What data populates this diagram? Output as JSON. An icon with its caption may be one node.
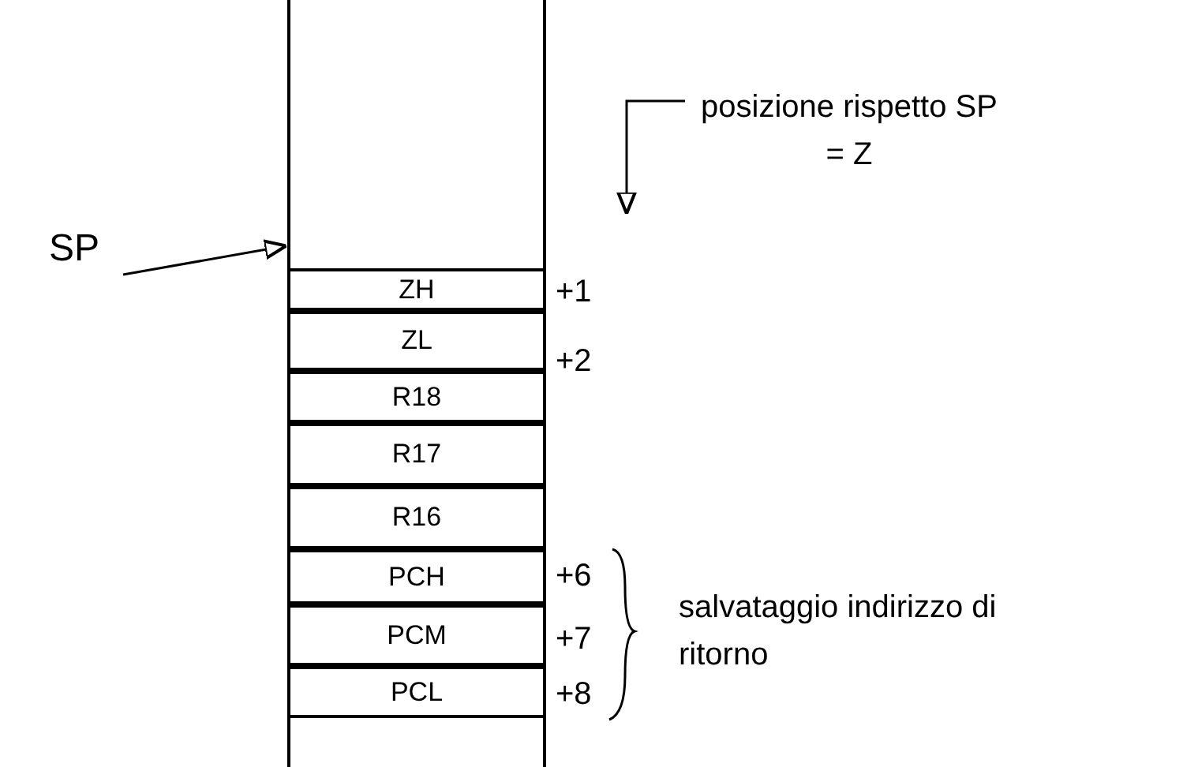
{
  "diagram": {
    "nodes": [
      {
        "text": [
          "SP"
        ]
      },
      {
        "text": [],
        "shape": "box"
      },
      {
        "text": [
          "ZH"
        ],
        "in": 1
      },
      {
        "text": [
          "ZL"
        ],
        "in": 1
      },
      {
        "text": [
          "R18"
        ],
        "in": 1
      },
      {
        "text": [
          "R17"
        ],
        "in": 1
      },
      {
        "text": [
          "R16"
        ],
        "in": 1
      },
      {
        "text": [
          "PCH"
        ],
        "in": 1
      },
      {
        "text": [
          "PCM"
        ],
        "in": 1
      },
      {
        "text": [
          "PCL"
        ],
        "in": 1
      },
      {
        "text": [
          "posizione rispetto SP = Z"
        ]
      }
    ],
    "edges": [
      {
        "from": 0,
        "to": 1,
        "arrow": "to"
      },
      {
        "from": 10,
        "to": null,
        "arrow": "to"
      }
    ],
    "labels": [
      "+1",
      "+2",
      "+6",
      "+7",
      "+8",
      "salvataggio indirizzo di ritorno"
    ]
  }
}
